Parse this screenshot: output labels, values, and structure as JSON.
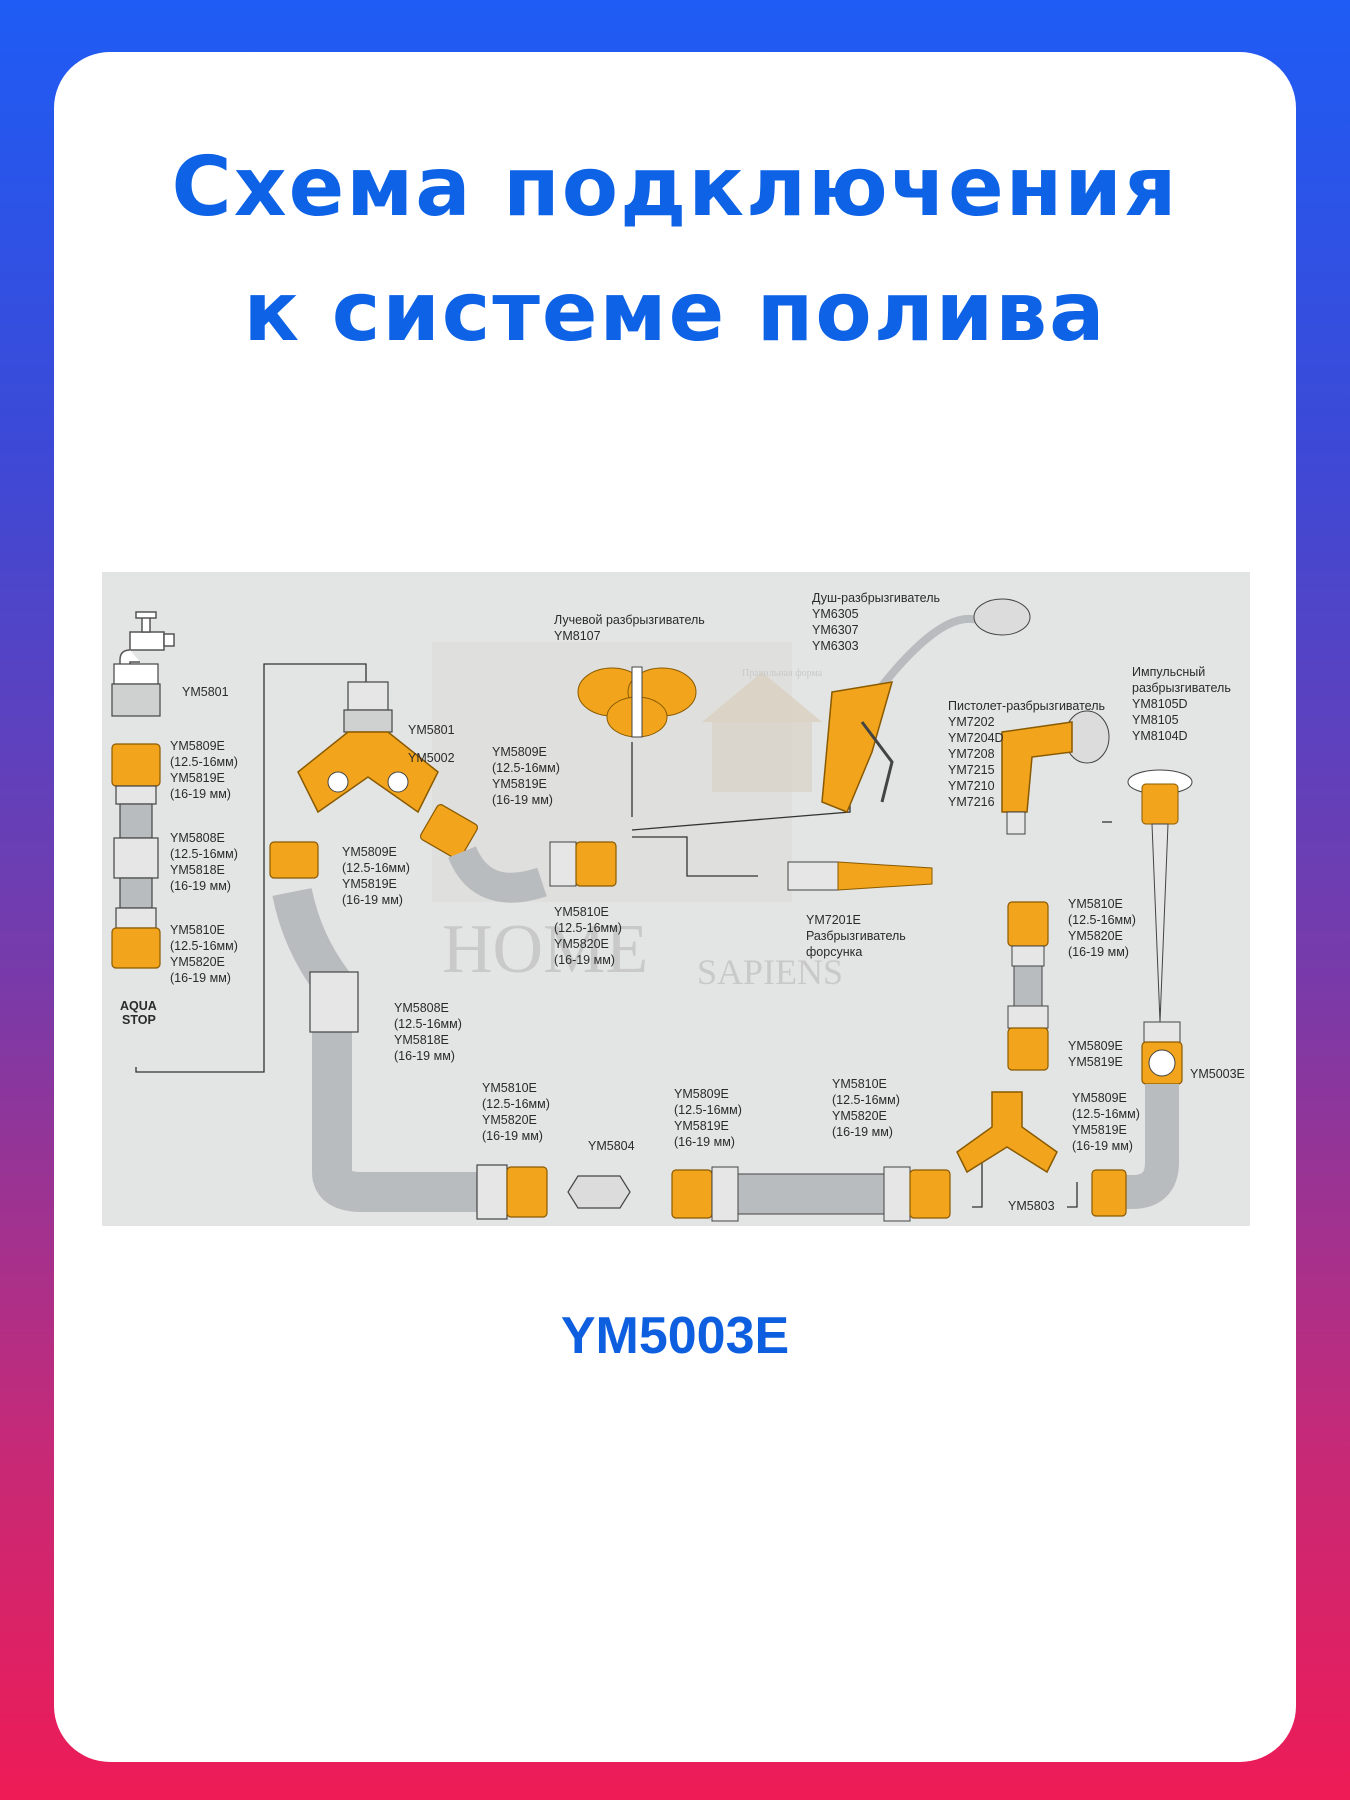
{
  "title": {
    "line1": "Схема подключения",
    "line2": "к системе полива"
  },
  "caption": "YM5003E",
  "colors": {
    "accent_blue": "#0d62e6",
    "gradient_top": "#1e5cf5",
    "gradient_bottom": "#ee1b56",
    "fitting_orange": "#f2a51c",
    "hose_grey": "#b9bcbe"
  },
  "watermark": {
    "big": "HOME",
    "small": "SAPIENS",
    "tiny": "Правильная форма"
  },
  "labels": {
    "ym5801_a": "YM5801",
    "left_5809": [
      "YM5809E",
      "(12.5-16мм)",
      "YM5819E",
      "(16-19 мм)"
    ],
    "left_5808": [
      "YM5808E",
      "(12.5-16мм)",
      "YM5818E",
      "(16-19 мм)"
    ],
    "left_5810": [
      "YM5810E",
      "(12.5-16мм)",
      "YM5820E",
      "(16-19 мм)"
    ],
    "aqua_stop": [
      "AQUA",
      "STOP"
    ],
    "ym5801_b": "YM5801",
    "ym5002": "YM5002",
    "mid_5809": [
      "YM5809E",
      "(12.5-16мм)",
      "YM5819E",
      "(16-19 мм)"
    ],
    "y_5809": [
      "YM5809E",
      "(12.5-16мм)",
      "YM5819E",
      "(16-19 мм)"
    ],
    "center_5810": [
      "YM5810E",
      "(12.5-16мм)",
      "YM5820E",
      "(16-19 мм)"
    ],
    "elbow_5808": [
      "YM5808E",
      "(12.5-16мм)",
      "YM5818E",
      "(16-19 мм)"
    ],
    "luch": [
      "Лучевой разбрызгиватель",
      "YM8107"
    ],
    "dush": [
      "Душ-разбрызгиватель",
      "YM6305",
      "YM6307",
      "YM6303"
    ],
    "pistol": [
      "Пистолет-разбрызгиватель",
      "YM7202",
      "YM7204D",
      "YM7208",
      "YM7215",
      "YM7210",
      "YM7216"
    ],
    "impuls": [
      "Импульсный",
      "разбрызгиватель",
      "YM8105D",
      "YM8105",
      "YM8104D"
    ],
    "forsunka": [
      "YM7201E",
      "Разбрызгиватель",
      "форсунка"
    ],
    "right_5810": [
      "YM5810E",
      "(12.5-16мм)",
      "YM5820E",
      "(16-19 мм)"
    ],
    "right_5809_short": [
      "YM5809E",
      "YM5819E"
    ],
    "ym5003e": "YM5003E",
    "right_5809": [
      "YM5809E",
      "(12.5-16мм)",
      "YM5819E",
      "(16-19 мм)"
    ],
    "bottom_5810_a": [
      "YM5810E",
      "(12.5-16мм)",
      "YM5820E",
      "(16-19 мм)"
    ],
    "ym5804": "YM5804",
    "bottom_5809": [
      "YM5809E",
      "(12.5-16мм)",
      "YM5819E",
      "(16-19 мм)"
    ],
    "bottom_5810_b": [
      "YM5810E",
      "(12.5-16мм)",
      "YM5820E",
      "(16-19 мм)"
    ],
    "ym5803": "YM5803"
  }
}
